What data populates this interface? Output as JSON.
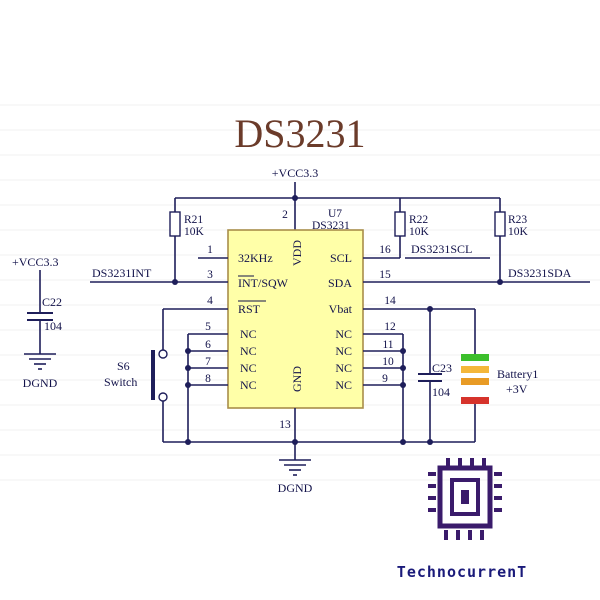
{
  "title": "DS3231",
  "colors": {
    "wire": "#1e1e5a",
    "chip_fill": "#ffffa8",
    "chip_stroke": "#a88d4a",
    "title": "#6b3b2a",
    "text": "#12124a",
    "logo": "#3a1b6b",
    "brand": "#1a1a7a",
    "battery": [
      "#3cbf2c",
      "#f4b73a",
      "#e89b25",
      "#d6332b"
    ]
  },
  "chip": {
    "ref": "U7",
    "part": "DS3231",
    "left_pins": [
      {
        "num": "1",
        "name": "32KHz"
      },
      {
        "num": "3",
        "name": "INT/SQW"
      },
      {
        "num": "4",
        "name": "RST"
      },
      {
        "num": "5",
        "name": "NC"
      },
      {
        "num": "6",
        "name": "NC"
      },
      {
        "num": "7",
        "name": "NC"
      },
      {
        "num": "8",
        "name": "NC"
      }
    ],
    "right_pins": [
      {
        "num": "16",
        "name": "SCL"
      },
      {
        "num": "15",
        "name": "SDA"
      },
      {
        "num": "14",
        "name": "Vbat"
      },
      {
        "num": "12",
        "name": "NC"
      },
      {
        "num": "11",
        "name": "NC"
      },
      {
        "num": "10",
        "name": "NC"
      },
      {
        "num": "9",
        "name": "NC"
      }
    ],
    "top_pin": {
      "num": "2",
      "name": "VDD"
    },
    "bottom_pin": {
      "num": "13",
      "name": "GND"
    }
  },
  "power_top": "+VCC3.3",
  "power_left": "+VCC3.3",
  "ground_left": "DGND",
  "ground_bottom": "DGND",
  "resistors": [
    {
      "ref": "R21",
      "value": "10K"
    },
    {
      "ref": "R22",
      "value": "10K"
    },
    {
      "ref": "R23",
      "value": "10K"
    }
  ],
  "capacitors": [
    {
      "ref": "C22",
      "value": "104"
    },
    {
      "ref": "C23",
      "value": "104"
    }
  ],
  "switch": {
    "ref": "S6",
    "label": "Switch"
  },
  "battery": {
    "ref": "Battery1",
    "value": "+3V"
  },
  "nets": {
    "int": "DS3231INT",
    "scl": "DS3231SCL",
    "sda": "DS3231SDA"
  },
  "brand": "TechnocurrenT"
}
